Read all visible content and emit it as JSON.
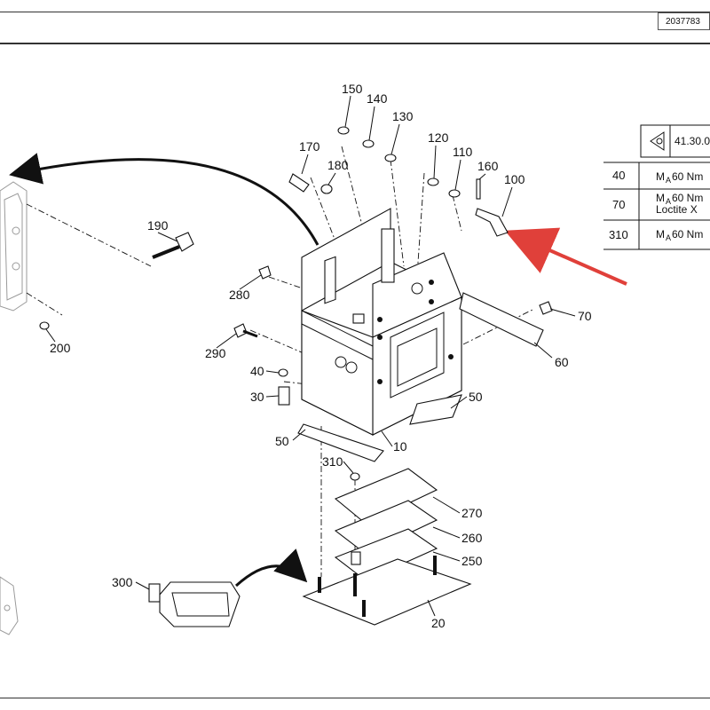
{
  "header": {
    "document_number": "2037783"
  },
  "torque_table": {
    "reference_code": "41.30.0",
    "rows": [
      {
        "item": "40",
        "spec_main": "M",
        "spec_sub": "A",
        "spec_value": " 60 Nm",
        "note": ""
      },
      {
        "item": "70",
        "spec_main": "M",
        "spec_sub": "A",
        "spec_value": " 60 Nm",
        "note": "Loctite X"
      },
      {
        "item": "310",
        "spec_main": "M",
        "spec_sub": "A",
        "spec_value": " 60 Nm",
        "note": ""
      }
    ]
  },
  "part_labels": [
    "150",
    "140",
    "130",
    "170",
    "180",
    "120",
    "110",
    "160",
    "100",
    "190",
    "280",
    "70",
    "290",
    "60",
    "40",
    "30",
    "50",
    "50",
    "10",
    "200",
    "310",
    "270",
    "260",
    "250",
    "300",
    "20"
  ],
  "colors": {
    "line": "#111111",
    "callout_arrow": "#e0403a",
    "frame": "#333333"
  }
}
